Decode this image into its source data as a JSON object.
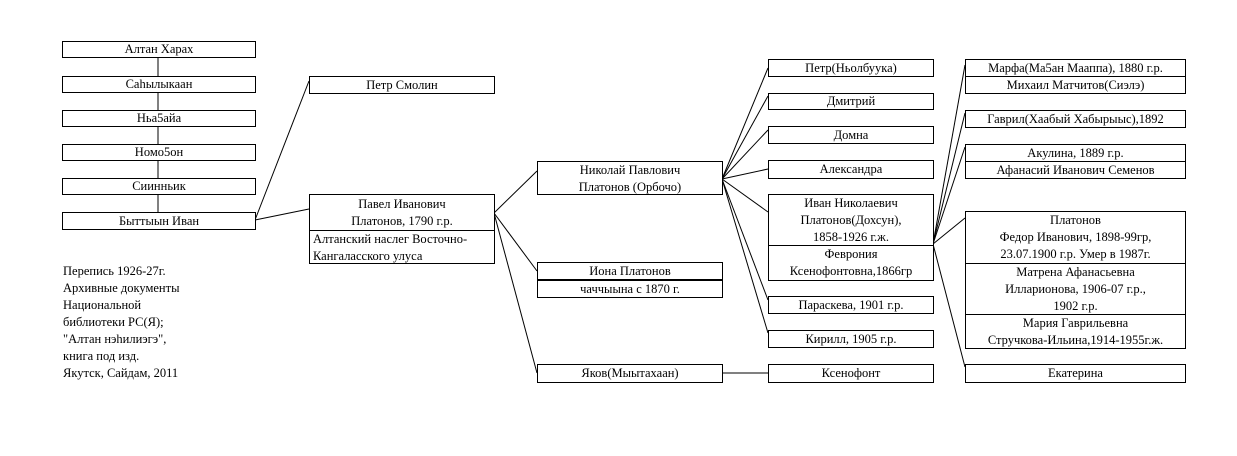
{
  "ancestors": [
    "Алтан Харах",
    "Саhылыкаан",
    "Ньа5айа",
    "Номо5он",
    "Сиинньик",
    "Быттыын Иван"
  ],
  "petr_smolin": "Петр Смолин",
  "pavel": [
    "Павел Иванович",
    "Платонов, 1790 г.р."
  ],
  "pavel_note": [
    "Алтанский наслег Восточно-",
    "Кангаласского улуса"
  ],
  "nikolai": [
    "Николай Павлович",
    "Платонов (Орбочо)"
  ],
  "iona": "Иона Платонов",
  "iona_note": "чаччыына с 1870 г.",
  "yakov": "Яков(Мыытахаан)",
  "nikolai_children": {
    "petr": "Петр(Ньолбуука)",
    "dmitriy": "Дмитрий",
    "domna": "Домна",
    "aleksandra": "Александра",
    "ivan": [
      "Иван Николаевич",
      "Платонов(Дохсун),",
      "1858-1926 г.ж."
    ],
    "fevroniya": [
      "Феврония",
      "Ксенофонтовна,1866гр"
    ],
    "paraskeva": "Параскева, 1901 г.р.",
    "kirill": "Кирилл, 1905 г.р."
  },
  "ksenofont": "Ксенофонт",
  "ivan_children": {
    "marfa": "Марфа(Ма5ан Мааппа), 1880 г.р.",
    "mikhail": "Михаил Матчитов(Сиэлэ)",
    "gavril": "Гаврил(Хаабый Хабырыыс),1892",
    "akulina": "Акулина, 1889 г.р.",
    "afanasiy": "Афанасий Иванович Семенов",
    "fedor": [
      "Платонов",
      "Федор Иванович, 1898-99гр,",
      "23.07.1900 г.р. Умер в 1987г."
    ],
    "matrena": [
      "Матрена Афанасьевна",
      "Илларионова, 1906-07 г.р.,",
      "1902 г.р."
    ],
    "mariya": [
      "Мария Гаврильевна",
      "Стручкова-Ильина,1914-1955г.ж."
    ],
    "ekaterina": "Екатерина"
  },
  "source_note": [
    "Перепись 1926-27г.",
    "Архивные документы",
    "Национальной",
    "библиотеки РС(Я);",
    "\"Алтан нэhилиэгэ\",",
    "книга под изд.",
    "Якутск, Сайдам, 2011"
  ]
}
